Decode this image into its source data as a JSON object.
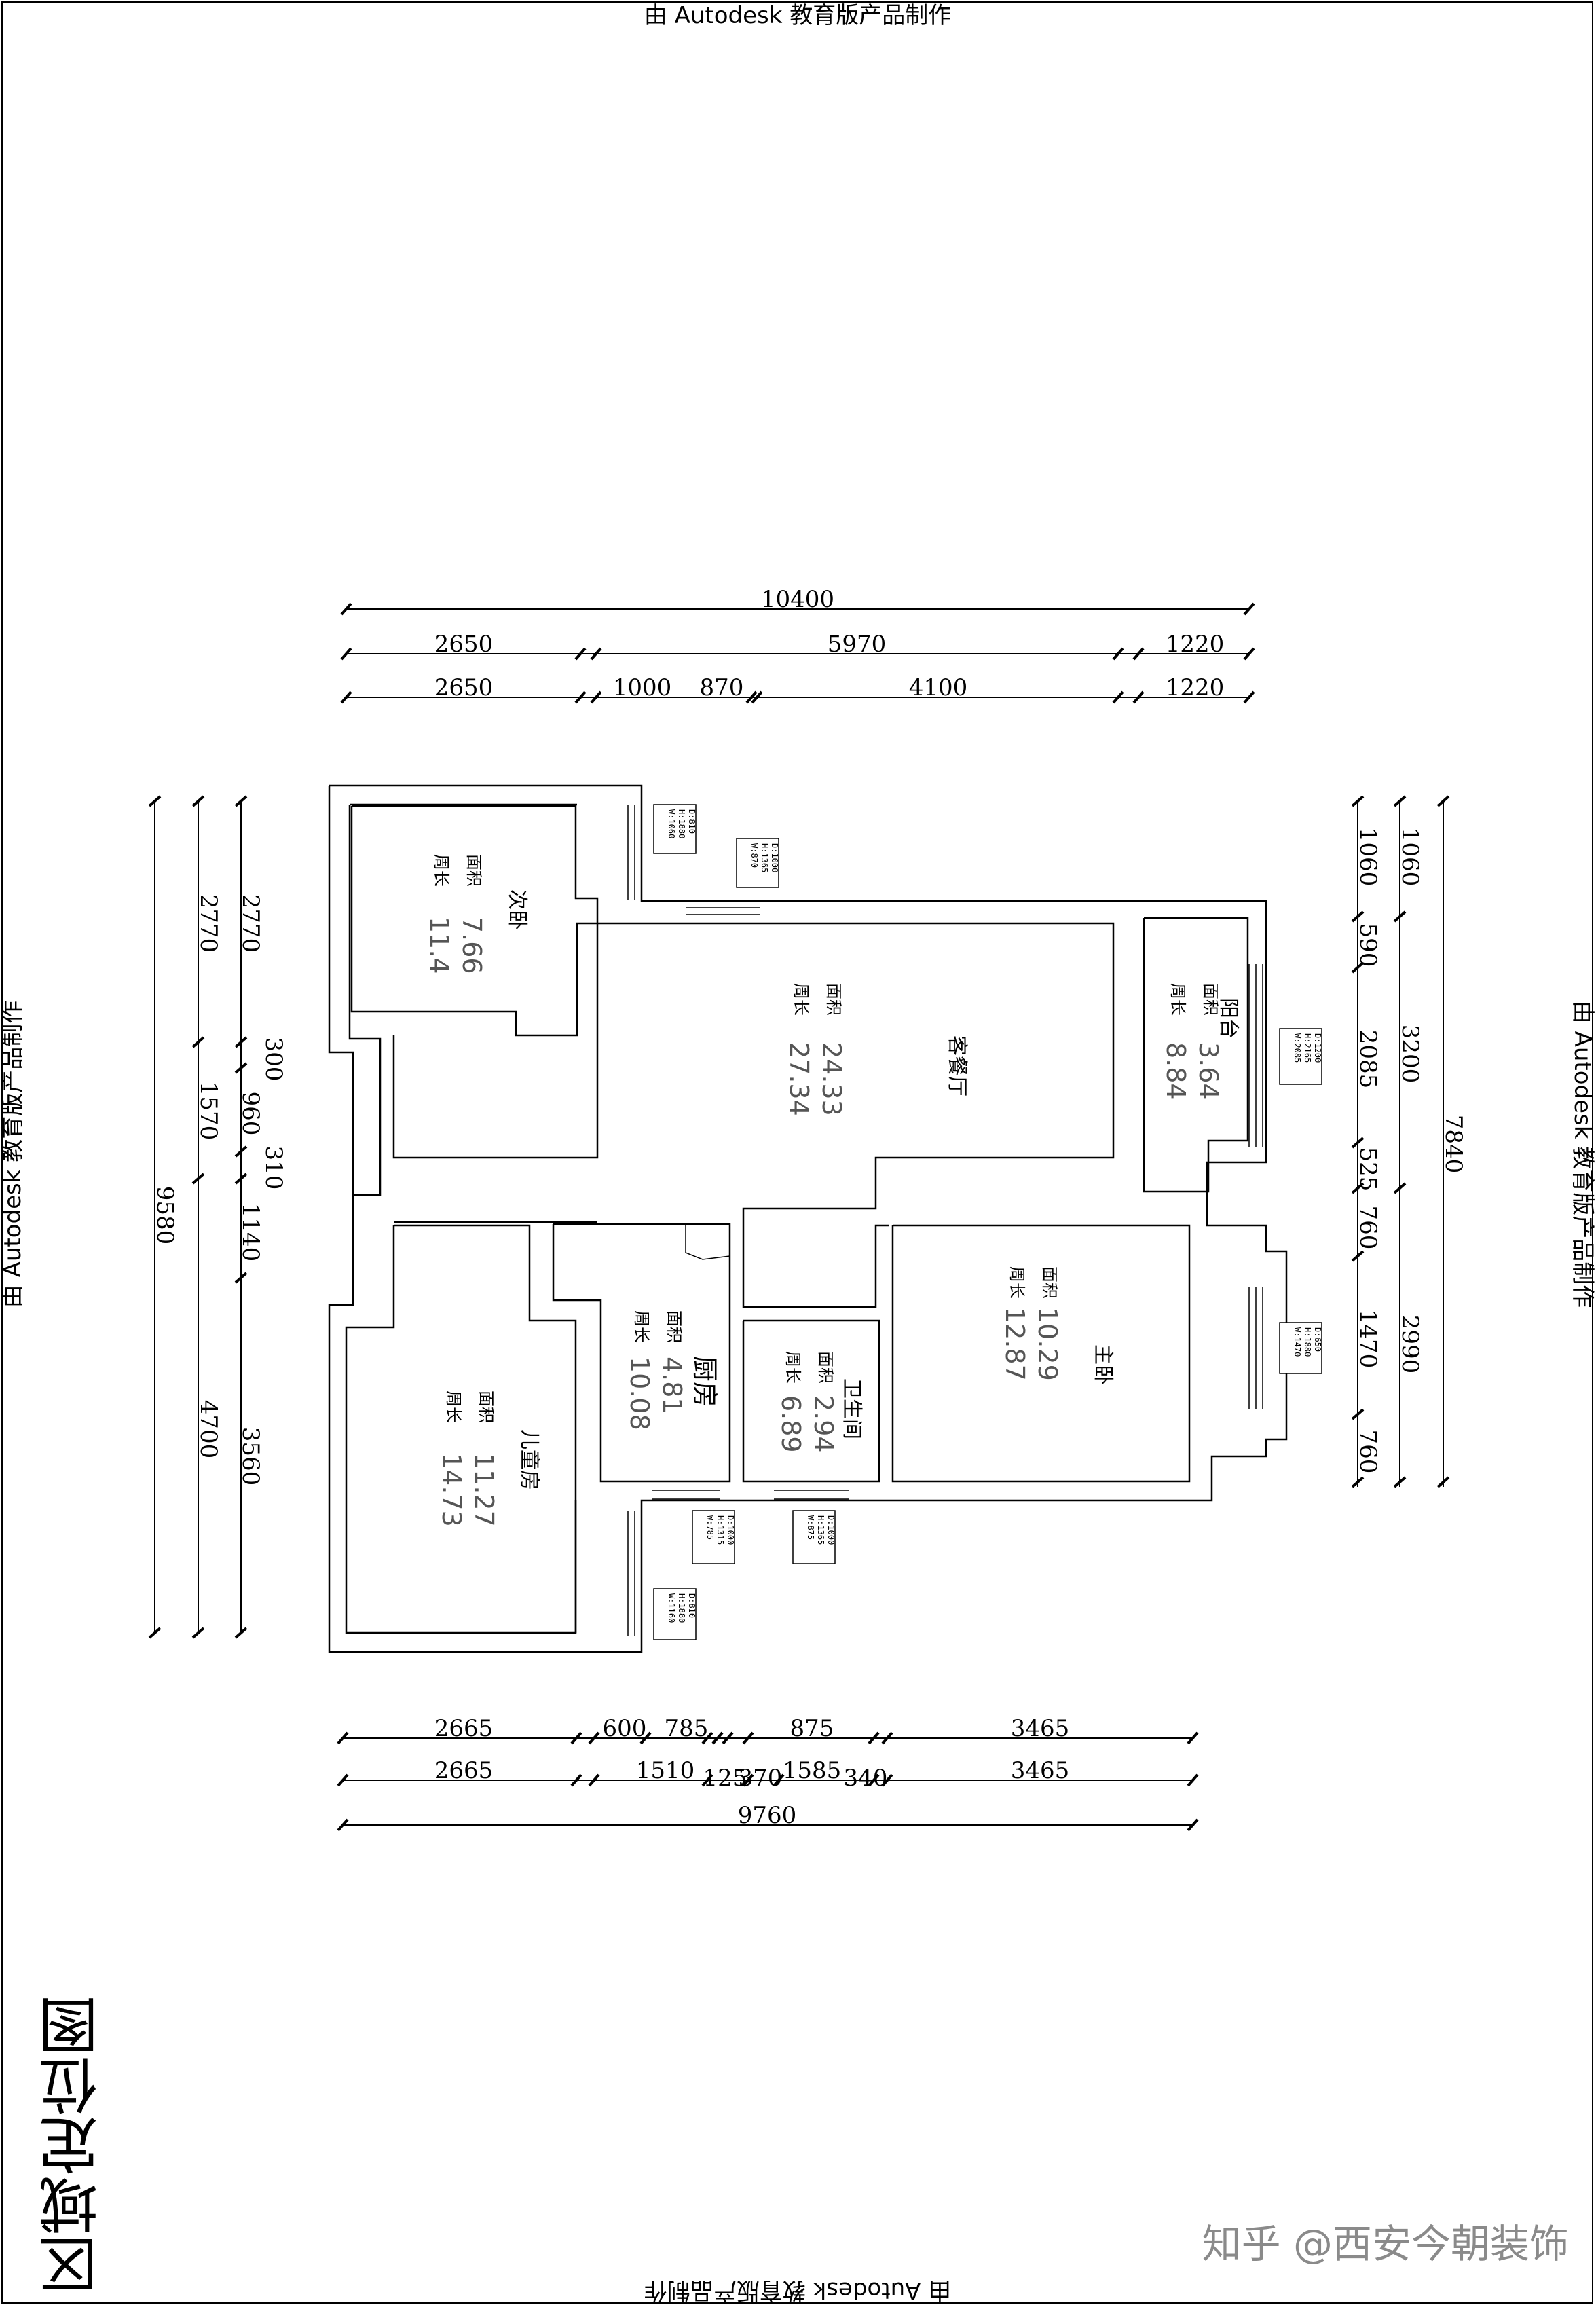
{
  "stamps": {
    "top": "由 Autodesk 教育版产品制作",
    "bottom": "由 Autodesk 教育版产品制作",
    "left": "由 Autodesk 教育版产品制作",
    "right": "由 Autodesk 教育版产品制作"
  },
  "title": "区域定位图",
  "watermark": "知乎 @西安今朝装饰",
  "dimensions": {
    "top_total": "10400",
    "top_row1": [
      "2650",
      "5970",
      "1220"
    ],
    "top_row2": [
      "2650",
      "1000",
      "870",
      "4100",
      "1220"
    ],
    "bottom_row1": [
      "2665",
      "600",
      "785",
      "875",
      "3465"
    ],
    "bottom_row2": [
      "2665",
      "1510",
      "125",
      "370",
      "1585",
      "340",
      "3465"
    ],
    "bottom_total": "9760",
    "left_outer": [
      "9580"
    ],
    "left_mid": [
      "2770",
      "1570",
      "4700"
    ],
    "left_inner": [
      "2770",
      "300",
      "960",
      "310",
      "1140",
      "3560"
    ],
    "right_outer": [
      "7840"
    ],
    "right_mid": [
      "1060",
      "3200",
      "2990"
    ],
    "right_inner": [
      "1060",
      "590",
      "2085",
      "525",
      "760",
      "1470",
      "760"
    ]
  },
  "rooms": [
    {
      "name": "次卧",
      "area_label": "面积",
      "perim_label": "周长",
      "area": "7.66",
      "perimeter": "11.4"
    },
    {
      "name": "客餐厅",
      "area_label": "面积",
      "perim_label": "周长",
      "area": "24.33",
      "perimeter": "27.34"
    },
    {
      "name": "阳台",
      "area_label": "面积",
      "perim_label": "周长",
      "area": "3.64",
      "perimeter": "8.84"
    },
    {
      "name": "厨房",
      "area_label": "面积",
      "perim_label": "周长",
      "area": "4.81",
      "perimeter": "10.08"
    },
    {
      "name": "卫生间",
      "area_label": "面积",
      "perim_label": "周长",
      "area": "2.94",
      "perimeter": "6.89"
    },
    {
      "name": "主卧",
      "area_label": "面积",
      "perim_label": "周长",
      "area": "10.29",
      "perimeter": "12.87"
    },
    {
      "name": "儿童房",
      "area_label": "面积",
      "perim_label": "周长",
      "area": "11.27",
      "perimeter": "14.73"
    }
  ],
  "window_tags": [
    {
      "w": "W:1060",
      "h": "H:1880",
      "d": "D:810"
    },
    {
      "w": "W:870",
      "h": "H:1365",
      "d": "D:1000"
    },
    {
      "w": "W:2085",
      "h": "H:2165",
      "d": "D:1200"
    },
    {
      "w": "W:1470",
      "h": "H:1880",
      "d": "D:650"
    },
    {
      "w": "W:785",
      "h": "H:1315",
      "d": "D:1000"
    },
    {
      "w": "W:875",
      "h": "H:1365",
      "d": "D:1000"
    },
    {
      "w": "W:1160",
      "h": "H:1880",
      "d": "D:810"
    }
  ]
}
